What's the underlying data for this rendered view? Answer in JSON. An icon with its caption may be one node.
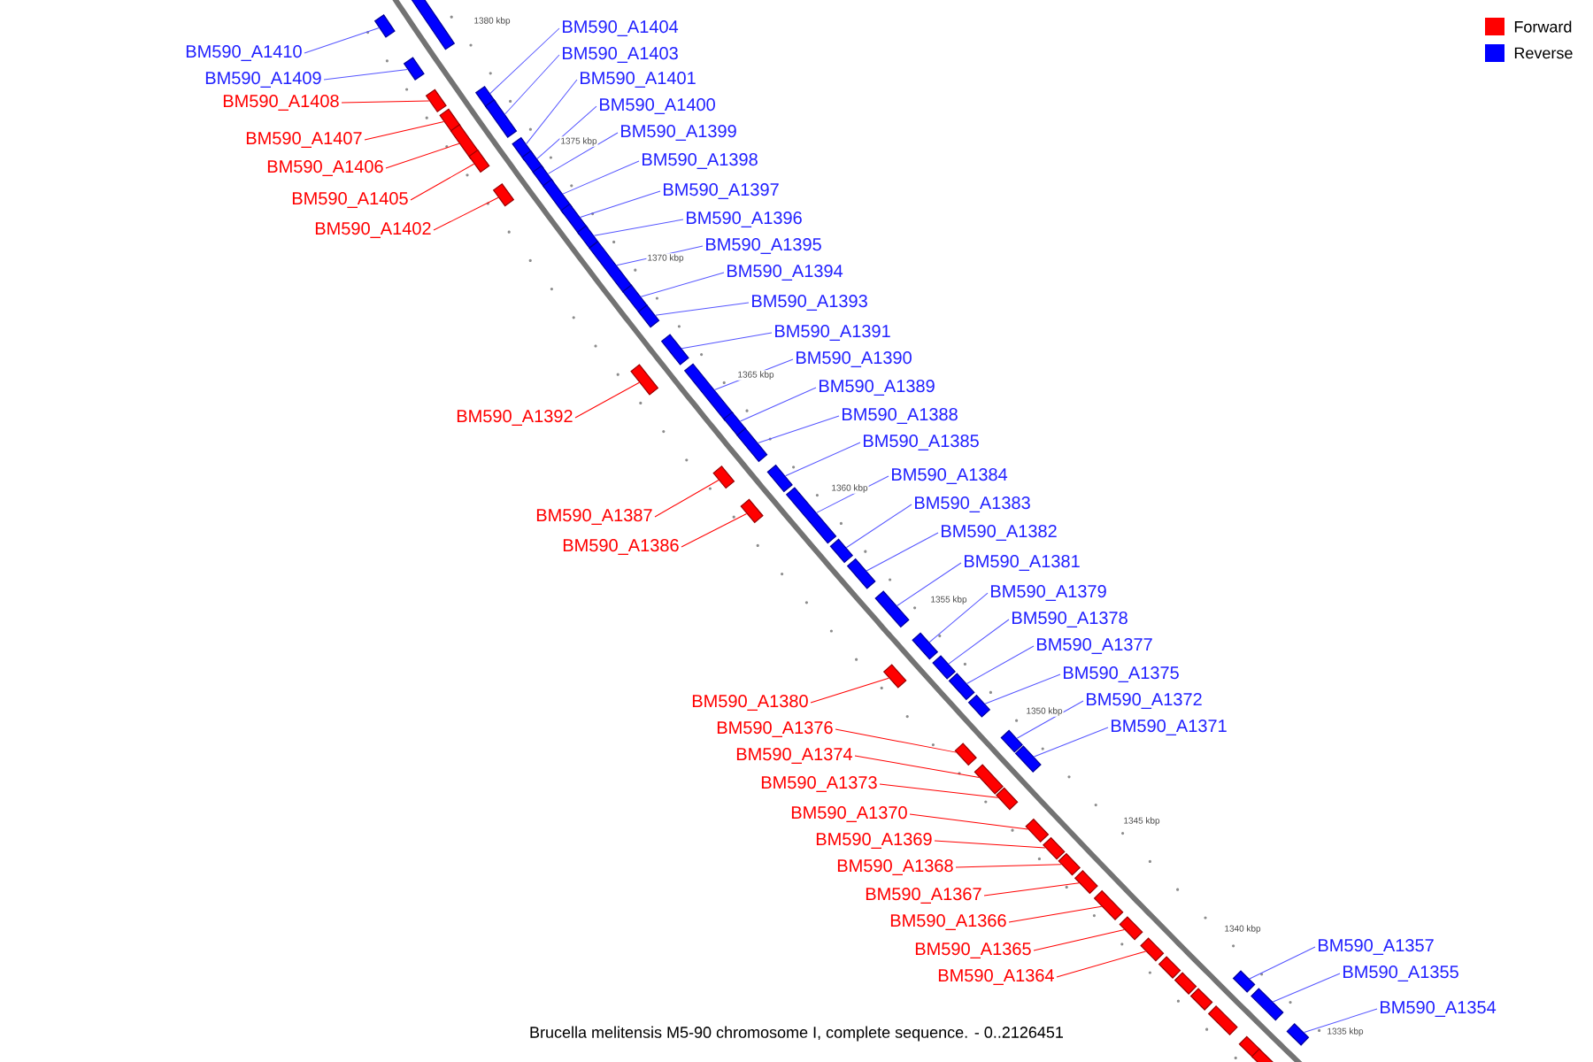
{
  "diagram": {
    "caption": "Brucella melitensis M5-90 chromosome I, complete sequence. - 0..2126451",
    "nodes": [
      {
        "text": [
          "BM590_A1404"
        ]
      },
      {
        "text": [],
        "shape": "box"
      },
      {
        "text": [
          "BM590_A1410"
        ]
      },
      {
        "text": [],
        "shape": "box"
      },
      {
        "text": [
          "BM590_A1403"
        ]
      },
      {
        "text": [],
        "shape": "box"
      },
      {
        "text": [
          "BM590_A1409"
        ]
      },
      {
        "text": [],
        "shape": "box"
      },
      {
        "text": [
          "BM590_A1401"
        ]
      },
      {
        "text": [],
        "shape": "box"
      },
      {
        "text": [
          "BM590_A1408"
        ]
      },
      {
        "text": [],
        "shape": "box"
      },
      {
        "text": [
          "BM590_A1400"
        ]
      },
      {
        "text": [],
        "shape": "box"
      },
      {
        "text": [
          "BM590_A1399"
        ]
      },
      {
        "text": [],
        "shape": "box"
      },
      {
        "text": [
          "BM590_A1407"
        ]
      },
      {
        "text": [],
        "shape": "box"
      },
      {
        "text": [
          "BM590_A1398"
        ]
      },
      {
        "text": [],
        "shape": "box"
      },
      {
        "text": [
          "BM590_A1406"
        ]
      },
      {
        "text": [],
        "shape": "box"
      },
      {
        "text": [
          "BM590_A1397"
        ]
      },
      {
        "text": [],
        "shape": "box"
      },
      {
        "text": [
          "BM590_A1405"
        ]
      },
      {
        "text": [],
        "shape": "box"
      },
      {
        "text": [
          "BM590_A1396"
        ]
      },
      {
        "text": [],
        "shape": "box"
      },
      {
        "text": [
          "BM590_A1402"
        ]
      },
      {
        "text": [],
        "shape": "box"
      },
      {
        "text": [
          "BM590_A1395"
        ]
      },
      {
        "text": [],
        "shape": "box"
      },
      {
        "text": [
          "BM590_A1394"
        ]
      },
      {
        "text": [],
        "shape": "box"
      },
      {
        "text": [
          "BM590_A1393"
        ]
      },
      {
        "text": [],
        "shape": "box"
      },
      {
        "text": [
          "BM590_A1391"
        ]
      },
      {
        "text": [],
        "shape": "box"
      },
      {
        "text": [
          "BM590_A1390"
        ]
      },
      {
        "text": [],
        "shape": "box"
      },
      {
        "text": [
          "BM590_A1392"
        ]
      },
      {
        "text": [],
        "shape": "box"
      },
      {
        "text": [
          "BM590_A1389"
        ]
      },
      {
        "text": [],
        "shape": "box"
      },
      {
        "text": [
          "BM590_A1388"
        ]
      },
      {
        "text": [],
        "shape": "box"
      },
      {
        "text": [
          "BM590_A1385"
        ]
      },
      {
        "text": [],
        "shape": "box"
      },
      {
        "text": [
          "BM590_A1384"
        ]
      },
      {
        "text": [],
        "shape": "box"
      },
      {
        "text": [
          "BM590_A1387"
        ]
      },
      {
        "text": [],
        "shape": "box"
      },
      {
        "text": [
          "BM590_A1383"
        ]
      },
      {
        "text": [],
        "shape": "box"
      },
      {
        "text": [
          "BM590_A1386"
        ]
      },
      {
        "text": [],
        "shape": "box"
      },
      {
        "text": [
          "BM590_A1382"
        ]
      },
      {
        "text": [],
        "shape": "box"
      },
      {
        "text": [
          "BM590_A1381"
        ]
      },
      {
        "text": [],
        "shape": "box"
      },
      {
        "text": [
          "BM590_A1379"
        ]
      },
      {
        "text": [],
        "shape": "box"
      },
      {
        "text": [
          "BM590_A1378"
        ]
      },
      {
        "text": [],
        "shape": "box"
      },
      {
        "text": [
          "BM590_A1377"
        ]
      },
      {
        "text": [],
        "shape": "box"
      },
      {
        "text": [
          "BM590_A1375"
        ]
      },
      {
        "text": [],
        "shape": "box"
      },
      {
        "text": [
          "BM590_A1380"
        ]
      },
      {
        "text": [],
        "shape": "box"
      },
      {
        "text": [
          "BM590_A1372"
        ]
      },
      {
        "text": [],
        "shape": "box"
      },
      {
        "text": [
          "BM590_A1371"
        ]
      },
      {
        "text": [],
        "shape": "box"
      },
      {
        "text": [
          "BM590_A1376"
        ]
      },
      {
        "text": [],
        "shape": "box"
      },
      {
        "text": [
          "BM590_A1374"
        ]
      },
      {
        "text": [],
        "shape": "box"
      },
      {
        "text": [
          "BM590_A1373"
        ]
      },
      {
        "text": [],
        "shape": "box"
      },
      {
        "text": [
          "BM590_A1370"
        ]
      },
      {
        "text": [],
        "shape": "box"
      },
      {
        "text": [
          "BM590_A1369"
        ]
      },
      {
        "text": [],
        "shape": "box"
      },
      {
        "text": [
          "BM590_A1368"
        ]
      },
      {
        "text": [],
        "shape": "box"
      },
      {
        "text": [
          "BM590_A1367"
        ]
      },
      {
        "text": [],
        "shape": "box"
      },
      {
        "text": [
          "BM590_A1366"
        ]
      },
      {
        "text": [],
        "shape": "box"
      },
      {
        "text": [
          "BM590_A1365"
        ]
      },
      {
        "text": [],
        "shape": "box"
      },
      {
        "text": [
          "BM590_A1364"
        ]
      },
      {
        "text": [],
        "shape": "box"
      },
      {
        "text": [
          "BM590_A1357"
        ]
      },
      {
        "text": [],
        "shape": "box"
      },
      {
        "text": [
          "BM590_A1355"
        ]
      },
      {
        "text": [],
        "shape": "box"
      },
      {
        "text": [
          "BM590_A1354"
        ]
      },
      {
        "text": [],
        "shape": "box"
      },
      {
        "text": [],
        "shape": "box"
      },
      {
        "text": [],
        "shape": "box"
      },
      {
        "text": [],
        "shape": "box"
      },
      {
        "text": [],
        "shape": "box"
      },
      {
        "text": [],
        "shape": "box"
      },
      {
        "text": [],
        "shape": "box"
      },
      {
        "text": [],
        "shape": "box"
      }
    ],
    "edges": [
      {
        "from": 0,
        "to": 1,
        "arrow": "none"
      },
      {
        "from": 2,
        "to": 3,
        "arrow": "none"
      },
      {
        "from": 4,
        "to": 5,
        "arrow": "none"
      },
      {
        "from": 6,
        "to": 7,
        "arrow": "none"
      },
      {
        "from": 8,
        "to": 9,
        "arrow": "none"
      },
      {
        "from": 10,
        "to": 11,
        "arrow": "none",
        "color": "#ff0000"
      },
      {
        "from": 12,
        "to": 13,
        "arrow": "none"
      },
      {
        "from": 14,
        "to": 15,
        "arrow": "none"
      },
      {
        "from": 16,
        "to": 17,
        "arrow": "none",
        "color": "#ff0000"
      },
      {
        "from": 18,
        "to": 19,
        "arrow": "none"
      },
      {
        "from": 20,
        "to": 21,
        "arrow": "none",
        "color": "#ff0000"
      },
      {
        "from": 22,
        "to": 23,
        "arrow": "none"
      },
      {
        "from": 24,
        "to": 25,
        "arrow": "none",
        "color": "#ff0000"
      },
      {
        "from": 26,
        "to": 27,
        "arrow": "none"
      },
      {
        "from": 28,
        "to": 29,
        "arrow": "none",
        "color": "#ff0000"
      },
      {
        "from": 30,
        "to": 31,
        "arrow": "none"
      },
      {
        "from": 32,
        "to": 33,
        "arrow": "none"
      },
      {
        "from": 34,
        "to": 35,
        "arrow": "none"
      },
      {
        "from": 36,
        "to": 37,
        "arrow": "none"
      },
      {
        "from": 38,
        "to": 39,
        "arrow": "none"
      },
      {
        "from": 40,
        "to": 41,
        "arrow": "none",
        "color": "#ff0000"
      },
      {
        "from": 42,
        "to": 43,
        "arrow": "none"
      },
      {
        "from": 44,
        "to": 45,
        "arrow": "none"
      },
      {
        "from": 46,
        "to": 47,
        "arrow": "none"
      },
      {
        "from": 48,
        "to": 49,
        "arrow": "none"
      },
      {
        "from": 50,
        "to": 51,
        "arrow": "none",
        "color": "#ff0000"
      },
      {
        "from": 52,
        "to": 53,
        "arrow": "none"
      },
      {
        "from": 54,
        "to": 55,
        "arrow": "none",
        "color": "#ff0000"
      },
      {
        "from": 56,
        "to": 57,
        "arrow": "none"
      },
      {
        "from": 58,
        "to": 59,
        "arrow": "none"
      },
      {
        "from": 60,
        "to": 61,
        "arrow": "none"
      },
      {
        "from": 62,
        "to": 63,
        "arrow": "none"
      },
      {
        "from": 64,
        "to": 65,
        "arrow": "none"
      },
      {
        "from": 66,
        "to": 67,
        "arrow": "none"
      },
      {
        "from": 68,
        "to": 69,
        "arrow": "none",
        "color": "#ff0000"
      },
      {
        "from": 70,
        "to": 71,
        "arrow": "none"
      },
      {
        "from": 72,
        "to": 73,
        "arrow": "none"
      },
      {
        "from": 74,
        "to": 75,
        "arrow": "none",
        "color": "#ff0000"
      },
      {
        "from": 76,
        "to": 77,
        "arrow": "none",
        "color": "#ff0000"
      },
      {
        "from": 78,
        "to": 79,
        "arrow": "none",
        "color": "#ff0000"
      },
      {
        "from": 80,
        "to": 81,
        "arrow": "none",
        "color": "#ff0000"
      },
      {
        "from": 82,
        "to": 83,
        "arrow": "none",
        "color": "#ff0000"
      },
      {
        "from": 84,
        "to": 85,
        "arrow": "none",
        "color": "#ff0000"
      },
      {
        "from": 86,
        "to": 87,
        "arrow": "none",
        "color": "#ff0000"
      },
      {
        "from": 88,
        "to": 89,
        "arrow": "none",
        "color": "#ff0000"
      },
      {
        "from": 90,
        "to": 91,
        "arrow": "none",
        "color": "#ff0000"
      },
      {
        "from": 92,
        "to": 93,
        "arrow": "none",
        "color": "#ff0000"
      },
      {
        "from": 94,
        "to": 95,
        "arrow": "none"
      },
      {
        "from": 96,
        "to": 97,
        "arrow": "none"
      },
      {
        "from": 98,
        "to": 99,
        "arrow": "none"
      }
    ],
    "labels": [
      "1380 kbp",
      "1375 kbp",
      "1370 kbp",
      "1365 kbp",
      "1360 kbp",
      "1355 kbp",
      "1350 kbp",
      "1345 kbp",
      "1340 kbp",
      "1335 kbp"
    ],
    "legend": [
      {
        "text": "Forward",
        "color": "#ff0000"
      },
      {
        "text": "Reverse",
        "color": "#0000ff"
      }
    ]
  }
}
